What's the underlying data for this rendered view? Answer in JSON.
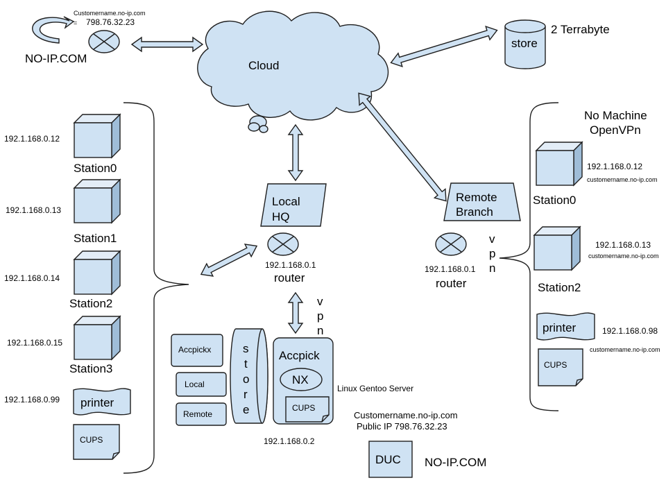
{
  "cloud": {
    "label": "Cloud"
  },
  "top_left": {
    "hostname": "Customername.no-ip.com",
    "eq": "=",
    "ip": "798.76.32.23",
    "provider": "NO-IP.COM"
  },
  "storage_top": {
    "store_label": "store",
    "capacity": "2 Terrabyte"
  },
  "local_hq": {
    "name_line1": "Local",
    "name_line2": "HQ",
    "router_ip": "192.1.168.0.1",
    "router_label": "router",
    "vpn": [
      "v",
      "p",
      "n"
    ]
  },
  "remote_branch": {
    "name_line1": "Remote",
    "name_line2": "Branch",
    "router_ip": "192.1.168.0.1",
    "router_label": "router",
    "vpn": [
      "v",
      "p",
      "n"
    ],
    "title_line1": "No Machine",
    "title_line2": "OpenVPn"
  },
  "left_stations": [
    {
      "ip": "192.1.168.0.12",
      "name": "Station0"
    },
    {
      "ip": "192.1.168.0.13",
      "name": "Station1"
    },
    {
      "ip": "192.1.168.0.14",
      "name": "Station2"
    },
    {
      "ip": "192.1.168.0.15",
      "name": "Station3"
    }
  ],
  "left_printer": {
    "ip": "192.1.168.0.99",
    "label": "printer",
    "cups": "CUPS"
  },
  "server": {
    "apps": [
      "Accpickx",
      "Local",
      "Remote"
    ],
    "store_letters": [
      "s",
      "t",
      "o",
      "r",
      "e"
    ],
    "name": "Accpick",
    "nx": "NX",
    "cups": "CUPS",
    "os": "Linux Gentoo Server",
    "ip": "192.1.168.0.2"
  },
  "duc": {
    "hostname": "Customername.no-ip.com",
    "public_ip": "Public IP 798.76.32.23",
    "label": "DUC",
    "provider": "NO-IP.COM"
  },
  "right_stations": [
    {
      "ip": "192.1.168.0.12",
      "host": "customername.no-ip.com",
      "name": "Station0"
    },
    {
      "ip": "192.1.168.0.13",
      "host": "customername.no-ip.com",
      "name": "Station2"
    }
  ],
  "right_printer": {
    "ip": "192.1.168.0.98",
    "host": "customername.no-ip.com",
    "label": "printer",
    "cups": "CUPS"
  }
}
